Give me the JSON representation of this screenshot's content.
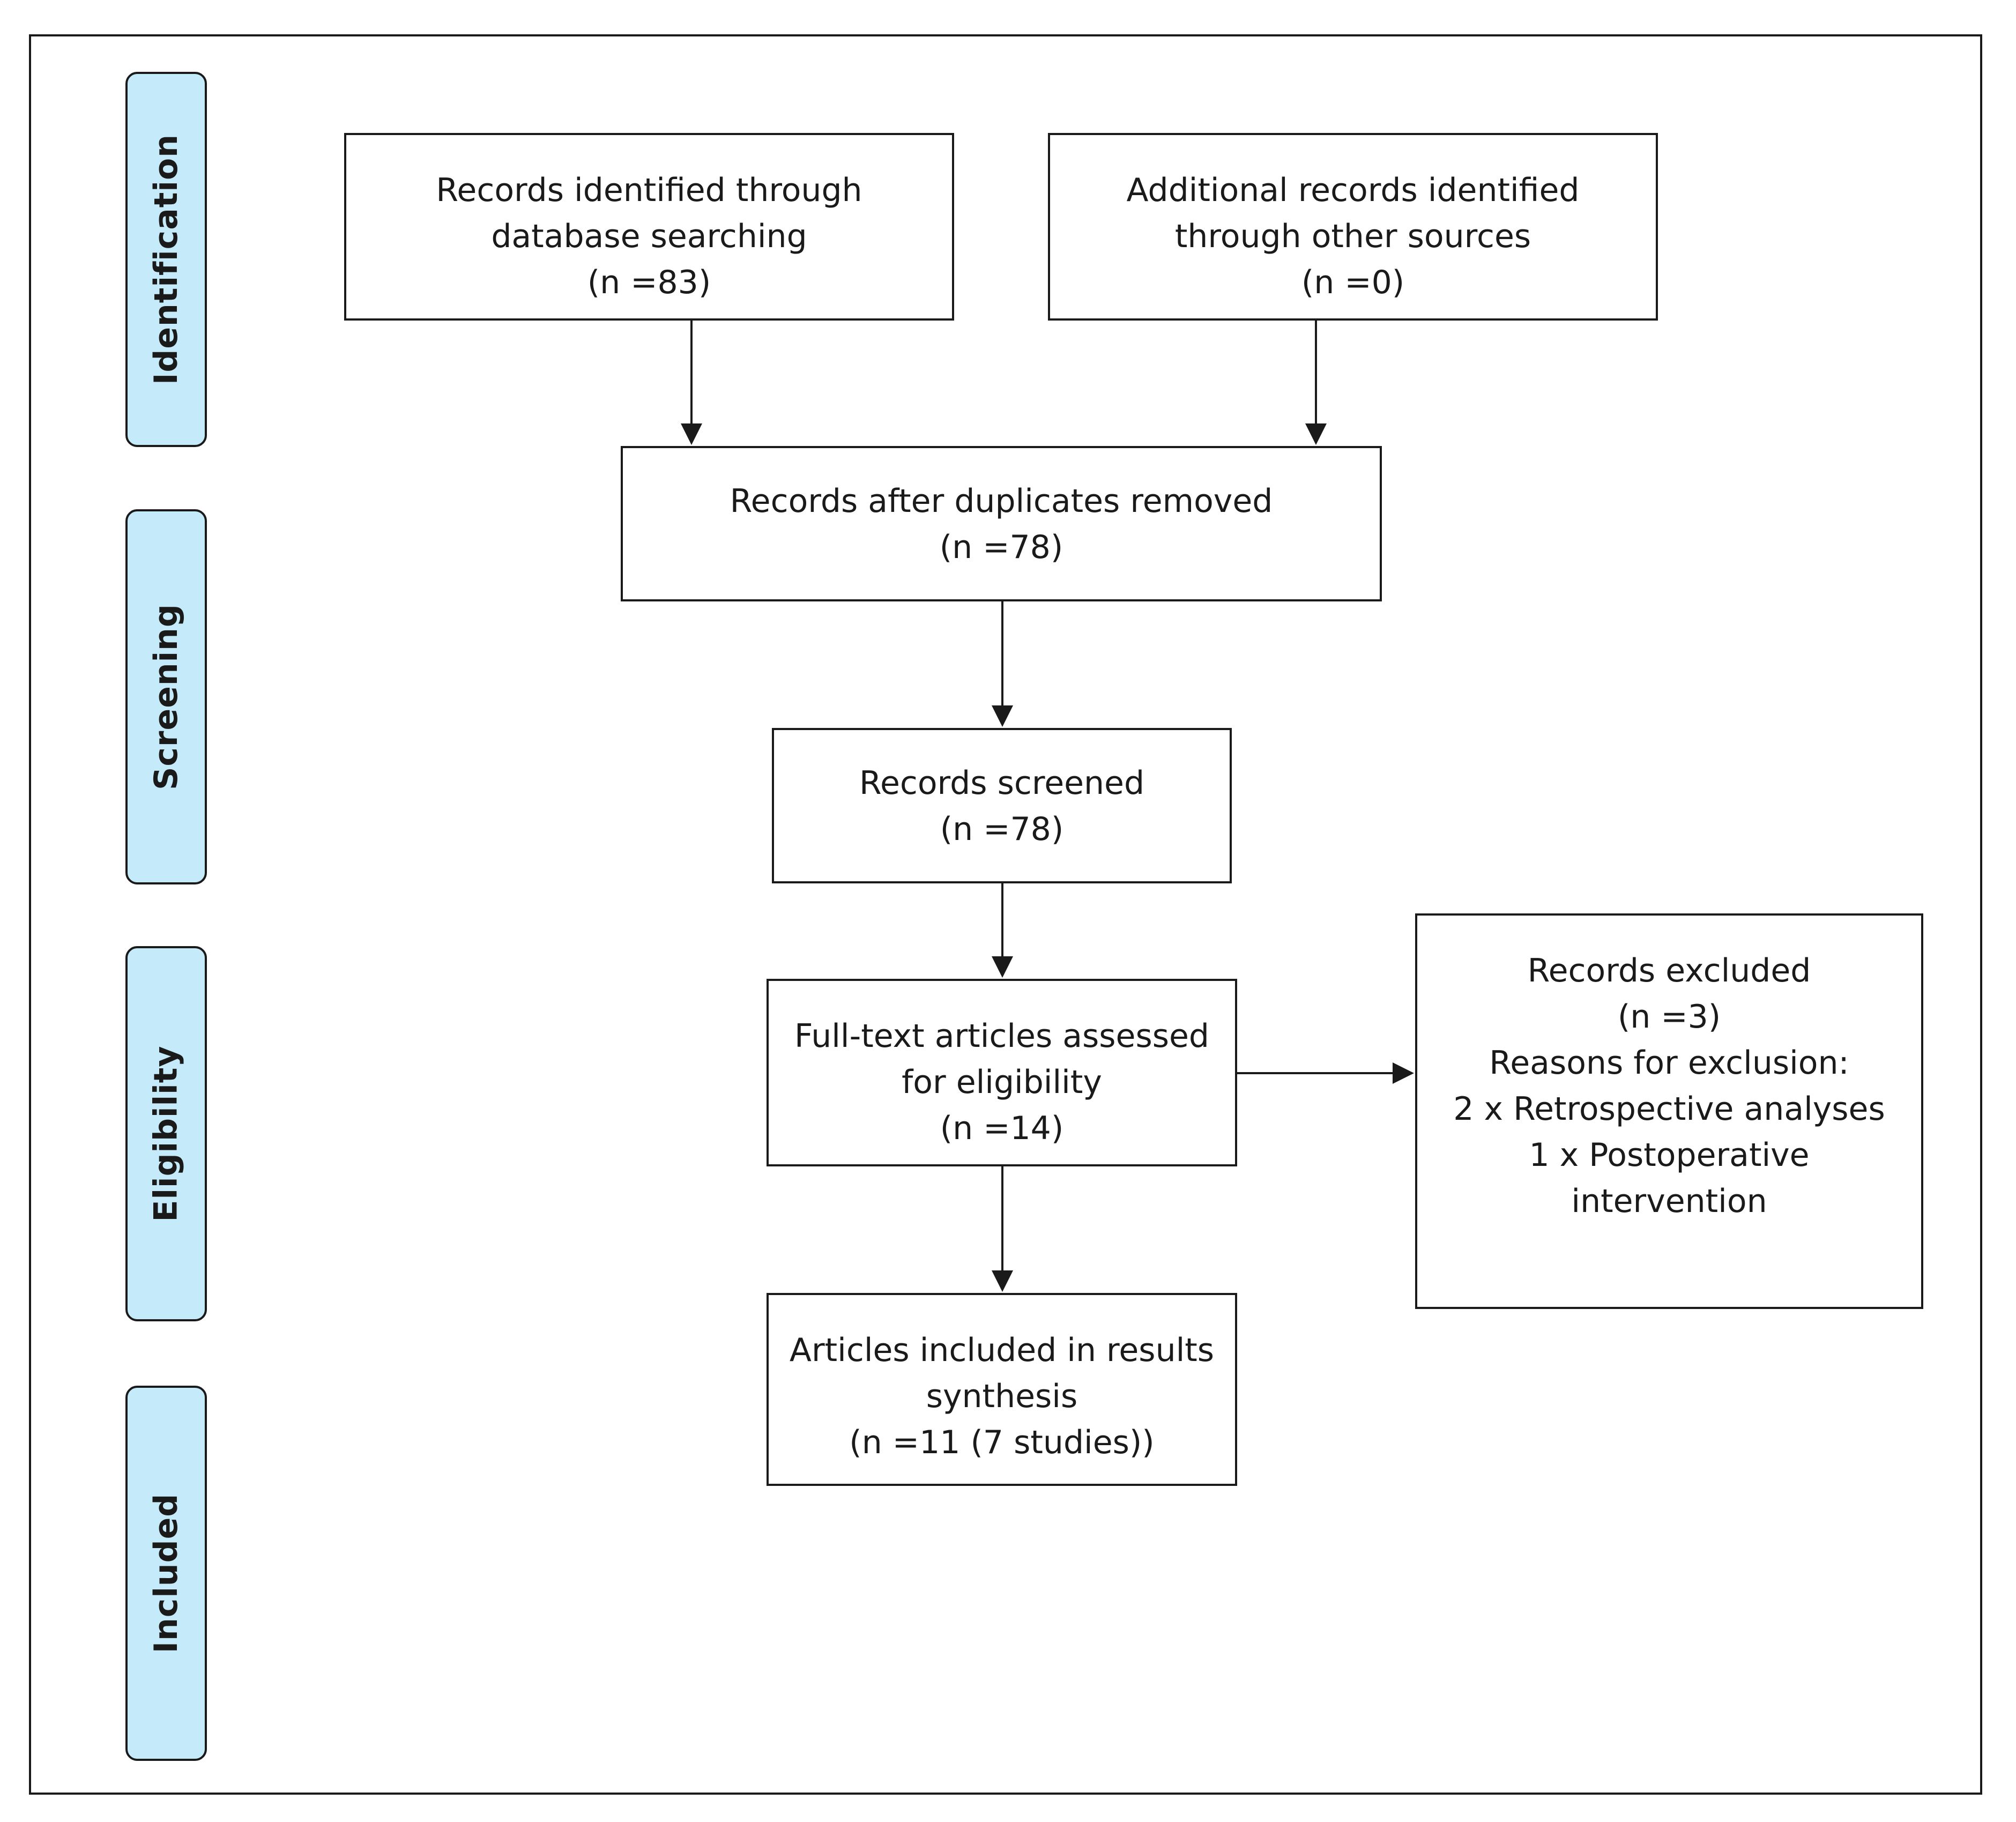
{
  "stages": {
    "identification": "Identification",
    "screening": "Screening",
    "eligibility": "Eligibility",
    "included": "Included"
  },
  "boxes": {
    "database_records": {
      "lines": [
        "Records identified through",
        "database searching",
        "(n =83)"
      ],
      "n": 83
    },
    "other_sources": {
      "lines": [
        "Additional records identified",
        "through other sources",
        "(n =0)"
      ],
      "n": 0
    },
    "duplicates_removed": {
      "lines": [
        "Records after duplicates removed",
        "(n =78)"
      ],
      "n": 78
    },
    "screened": {
      "lines": [
        "Records screened",
        "(n =78)"
      ],
      "n": 78
    },
    "full_text": {
      "lines": [
        "Full-text articles assessed",
        "for eligibility",
        "(n =14)"
      ],
      "n": 14
    },
    "excluded": {
      "lines": [
        "Records excluded",
        "(n =3)",
        "Reasons for exclusion:",
        "2 x Retrospective analyses",
        "1 x Postoperative",
        "intervention"
      ],
      "n": 3
    },
    "included_articles": {
      "lines": [
        "Articles included in results",
        "synthesis",
        "(n =11 (7 studies))"
      ],
      "n": 11
    }
  },
  "colors": {
    "stage_fill": "#c5ebfb",
    "line": "#1a1a1a",
    "box_fill": "#ffffff"
  }
}
